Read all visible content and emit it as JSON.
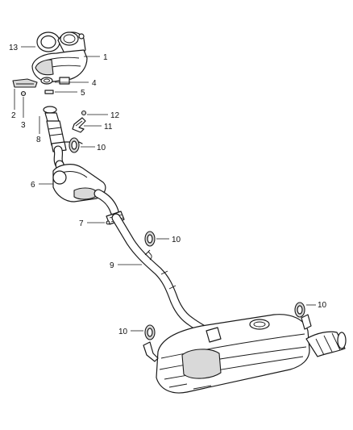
{
  "callouts": {
    "c1": "1",
    "c2": "2",
    "c3": "3",
    "c4": "4",
    "c5": "5",
    "c6": "6",
    "c7": "7",
    "c8": "8",
    "c9": "9",
    "c10": "10",
    "c11": "11",
    "c12": "12",
    "c13": "13"
  },
  "parts": [
    {
      "number": "1",
      "name": "catalytic-converter"
    },
    {
      "number": "2",
      "name": "heat-shield"
    },
    {
      "number": "3",
      "name": "nut"
    },
    {
      "number": "4",
      "name": "gasket"
    },
    {
      "number": "5",
      "name": "bolt"
    },
    {
      "number": "6",
      "name": "resonator"
    },
    {
      "number": "7",
      "name": "clamp"
    },
    {
      "number": "8",
      "name": "front-pipe"
    },
    {
      "number": "9",
      "name": "intermediate-pipe"
    },
    {
      "number": "10",
      "name": "isolator"
    },
    {
      "number": "11",
      "name": "bracket"
    },
    {
      "number": "12",
      "name": "nut"
    },
    {
      "number": "13",
      "name": "gasket"
    }
  ]
}
